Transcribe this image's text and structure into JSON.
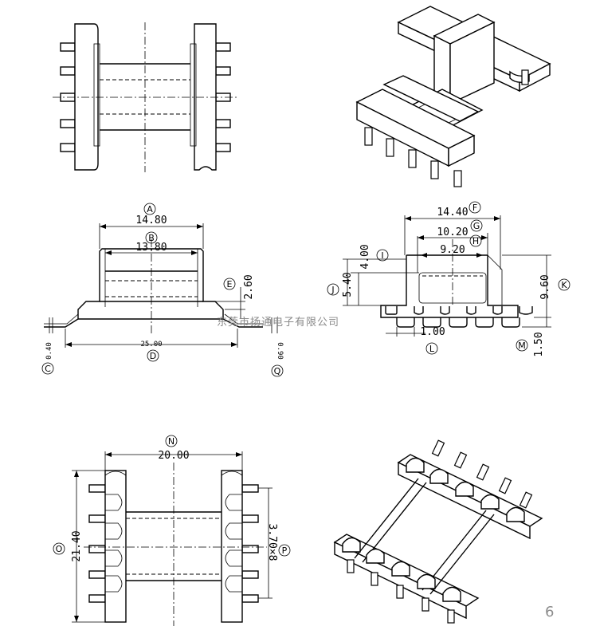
{
  "dimensions": {
    "A": {
      "callout": "A",
      "value": "14.80"
    },
    "B": {
      "callout": "B",
      "value": "13.80"
    },
    "C": {
      "callout": "C",
      "value": "0.40"
    },
    "D": {
      "callout": "D",
      "value": "25.00"
    },
    "E": {
      "callout": "E",
      "value": "2.60"
    },
    "F": {
      "callout": "F",
      "value": "14.40"
    },
    "G": {
      "callout": "G",
      "value": "10.20"
    },
    "H": {
      "callout": "H",
      "value": "9.20"
    },
    "I": {
      "callout": "I",
      "value": "4.00"
    },
    "J": {
      "callout": "J",
      "value": "5.40"
    },
    "K": {
      "callout": "K",
      "value": "9.60"
    },
    "L": {
      "callout": "L",
      "value": "1.00"
    },
    "M": {
      "callout": "M",
      "value": "1.50"
    },
    "N": {
      "callout": "N",
      "value": "20.00"
    },
    "O": {
      "callout": "O",
      "value": "21.40"
    },
    "P": {
      "callout": "P",
      "value": "3.70×8"
    },
    "Q": {
      "callout": "Q",
      "value": "0.90"
    }
  },
  "watermark": "东莞市扬通电子有限公司",
  "page_number": "6"
}
